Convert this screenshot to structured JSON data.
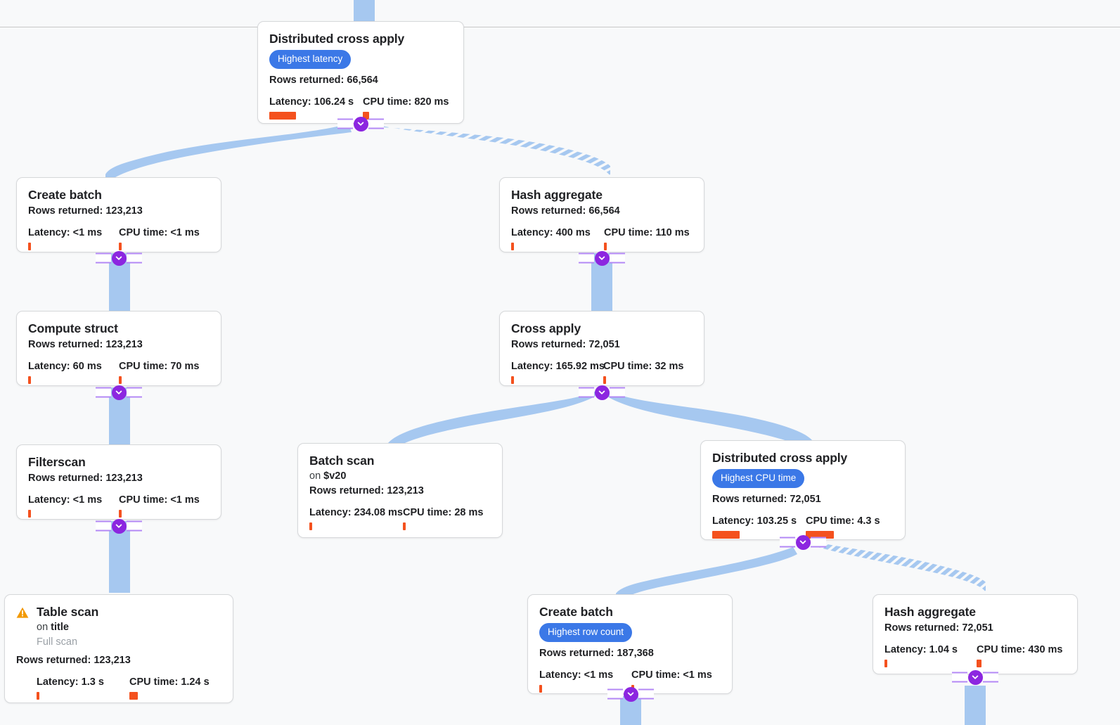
{
  "theme": {
    "background": "#f8f9fa",
    "node_background": "#ffffff",
    "node_border": "#d6d8da",
    "edge_color": "#a6c8f0",
    "badge_color": "#3b78e7",
    "metric_bar_color": "#f4511e",
    "collapser_knob_color": "#8c26e0",
    "collapser_rail_color": "#b388f5",
    "warning_color": "#f29900"
  },
  "labels": {
    "rows_prefix": "Rows returned:",
    "latency_prefix": "Latency:",
    "cpu_prefix": "CPU time:"
  },
  "nodes": [
    {
      "id": "distributed-cross-apply-root",
      "title": "Distributed cross apply",
      "badge": "Highest latency",
      "rows_returned": "Rows returned: 66,564",
      "latency": "Latency: 106.24 s",
      "cpu_time": "CPU time: 820 ms"
    },
    {
      "id": "create-batch-left",
      "title": "Create batch",
      "rows_returned": "Rows returned: 123,213",
      "latency": "Latency: <1 ms",
      "cpu_time": "CPU time: <1 ms"
    },
    {
      "id": "compute-struct",
      "title": "Compute struct",
      "rows_returned": "Rows returned: 123,213",
      "latency": "Latency: 60 ms",
      "cpu_time": "CPU time: 70 ms"
    },
    {
      "id": "filterscan",
      "title": "Filterscan",
      "rows_returned": "Rows returned: 123,213",
      "latency": "Latency: <1 ms",
      "cpu_time": "CPU time: <1 ms"
    },
    {
      "id": "table-scan",
      "title": "Table scan",
      "subtitle_prefix": "on ",
      "subtitle_target": "title",
      "subtitle_note": "Full scan",
      "warning": "warning-icon",
      "rows_returned": "Rows returned: 123,213",
      "latency": "Latency: 1.3 s",
      "cpu_time": "CPU time: 1.24 s"
    },
    {
      "id": "hash-aggregate-upper",
      "title": "Hash aggregate",
      "rows_returned": "Rows returned: 66,564",
      "latency": "Latency: 400 ms",
      "cpu_time": "CPU time: 110 ms"
    },
    {
      "id": "cross-apply",
      "title": "Cross apply",
      "rows_returned": "Rows returned: 72,051",
      "latency": "Latency: 165.92 ms",
      "cpu_time": "CPU time: 32 ms"
    },
    {
      "id": "batch-scan",
      "title": "Batch scan",
      "subtitle_prefix": "on ",
      "subtitle_target": "$v20",
      "rows_returned": "Rows returned: 123,213",
      "latency": "Latency: 234.08 ms",
      "cpu_time": "CPU time: 28 ms"
    },
    {
      "id": "distributed-cross-apply-lower",
      "title": "Distributed cross apply",
      "badge": "Highest CPU time",
      "rows_returned": "Rows returned: 72,051",
      "latency": "Latency: 103.25 s",
      "cpu_time": "CPU time: 4.3 s"
    },
    {
      "id": "create-batch-lower",
      "title": "Create batch",
      "badge": "Highest row count",
      "rows_returned": "Rows returned: 187,368",
      "latency": "Latency: <1 ms",
      "cpu_time": "CPU time: <1 ms"
    },
    {
      "id": "hash-aggregate-lower",
      "title": "Hash aggregate",
      "rows_returned": "Rows returned: 72,051",
      "latency": "Latency: 1.04 s",
      "cpu_time": "CPU time: 430 ms"
    }
  ],
  "collapsers": [
    {
      "id": "collapser-root",
      "icon": "chevron-down-icon"
    },
    {
      "id": "collapser-create-batch-left",
      "icon": "chevron-down-icon"
    },
    {
      "id": "collapser-compute-struct",
      "icon": "chevron-down-icon"
    },
    {
      "id": "collapser-filterscan",
      "icon": "chevron-down-icon"
    },
    {
      "id": "collapser-hash-aggregate-upper",
      "icon": "chevron-down-icon"
    },
    {
      "id": "collapser-cross-apply",
      "icon": "chevron-down-icon"
    },
    {
      "id": "collapser-distributed-cross-apply-lower",
      "icon": "chevron-down-icon"
    },
    {
      "id": "collapser-create-batch-lower",
      "icon": "chevron-down-icon"
    },
    {
      "id": "collapser-hash-aggregate-lower",
      "icon": "chevron-down-icon"
    }
  ]
}
